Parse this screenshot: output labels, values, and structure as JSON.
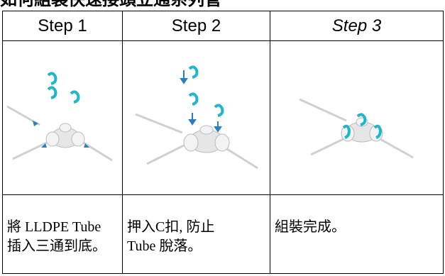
{
  "title": "如何組裝快速接頭立通系列管",
  "steps": [
    {
      "label": "Step 1",
      "text": "將 LLDPE Tube\n插入三通到底。",
      "italic": false
    },
    {
      "label": "Step 2",
      "text": "押入C扣, 防止\nTube 脫落。",
      "italic": false
    },
    {
      "label": "Step 3",
      "text": "組裝完成。",
      "italic": true
    }
  ],
  "colors": {
    "clip": "#1fb7c9",
    "arrow": "#2a7fc0",
    "fitting": "#e6e6e6",
    "tube": "#f3f3f3"
  }
}
